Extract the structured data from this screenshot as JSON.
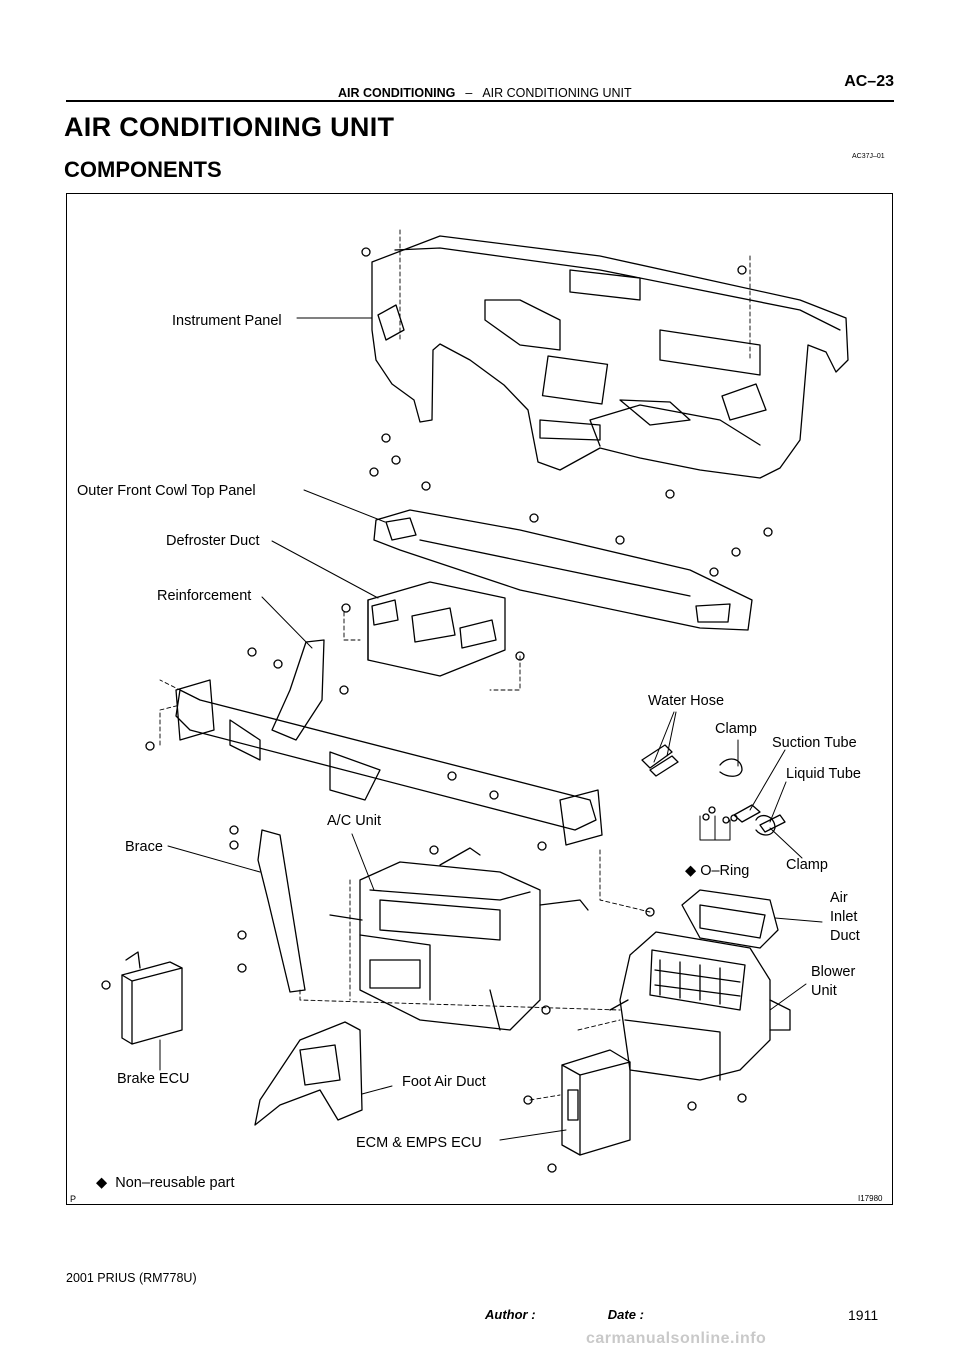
{
  "header": {
    "section": "AIR CONDITIONING",
    "separator": "–",
    "subsection": "AIR CONDITIONING UNIT",
    "page_ref": "AC–23"
  },
  "title": "AIR CONDITIONING UNIT",
  "subtitle": "COMPONENTS",
  "doc_code": "AC37J–01",
  "figure": {
    "id": "I17980",
    "corner_mark": "P",
    "labels": {
      "instrument_panel": "Instrument Panel",
      "outer_front_cowl": "Outer Front Cowl Top Panel",
      "defroster_duct": "Defroster Duct",
      "reinforcement": "Reinforcement",
      "water_hose": "Water Hose",
      "clamp_1": "Clamp",
      "suction_tube": "Suction Tube",
      "liquid_tube": "Liquid Tube",
      "ac_unit": "A/C Unit",
      "brace": "Brace",
      "o_ring": "O–Ring",
      "clamp_2": "Clamp",
      "air_inlet_1": "Air",
      "air_inlet_2": "Inlet",
      "air_inlet_3": "Duct",
      "blower_1": "Blower",
      "blower_2": "Unit",
      "brake_ecu": "Brake ECU",
      "foot_air_duct": "Foot Air Duct",
      "ecm_emps": "ECM & EMPS ECU",
      "legend": "Non–reusable part"
    },
    "legend_symbol": "◆",
    "o_ring_symbol": "◆"
  },
  "footer": {
    "model": "2001 PRIUS   (RM778U)",
    "author_date": "Author :                    Date :",
    "page_number": "1911",
    "watermark": "carmanualsonline.info"
  },
  "colors": {
    "ink": "#000000",
    "watermark": "#c9c9c9"
  }
}
